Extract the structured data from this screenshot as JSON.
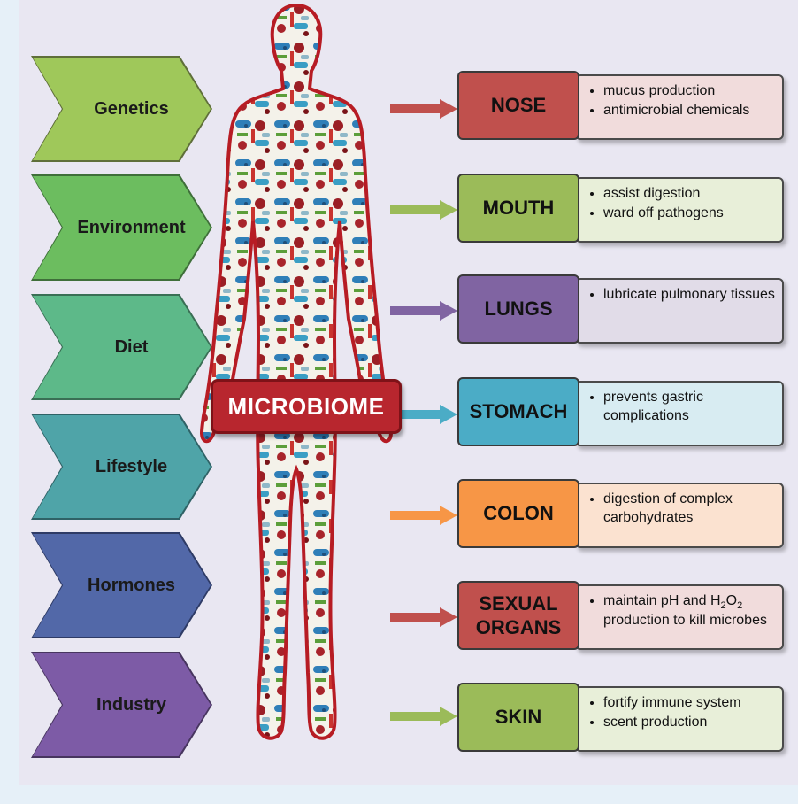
{
  "factors": [
    {
      "label": "Genetics",
      "color": "#9fc85a"
    },
    {
      "label": "Environment",
      "color": "#6cbd5f"
    },
    {
      "label": "Diet",
      "color": "#5db989"
    },
    {
      "label": "Lifestyle",
      "color": "#4fa4a8"
    },
    {
      "label": "Hormones",
      "color": "#5268a8"
    },
    {
      "label": "Industry",
      "color": "#7d5ba6"
    }
  ],
  "center_label": "MICROBIOME",
  "organs": [
    {
      "name": "NOSE",
      "color": "#c0504d",
      "desc_bg": "#f1dcdc",
      "arrow": "#c0504d",
      "points": [
        "mucus production",
        "antimicrobial chemicals"
      ]
    },
    {
      "name": "MOUTH",
      "color": "#9bbb59",
      "desc_bg": "#e8efd9",
      "arrow": "#9bbb59",
      "points": [
        "assist digestion",
        "ward off pathogens"
      ]
    },
    {
      "name": "LUNGS",
      "color": "#8064a2",
      "desc_bg": "#e1dce8",
      "arrow": "#8064a2",
      "points": [
        "lubricate pulmonary tissues"
      ]
    },
    {
      "name": "STOMACH",
      "color": "#4bacc6",
      "desc_bg": "#d8ecf2",
      "arrow": "#4bacc6",
      "points": [
        "prevents gastric complications"
      ]
    },
    {
      "name": "COLON",
      "color": "#f79646",
      "desc_bg": "#fbe2d0",
      "arrow": "#f79646",
      "points": [
        "digestion of complex carbohydrates"
      ]
    },
    {
      "name": "SEXUAL",
      "name2": "ORGANS",
      "color": "#c0504d",
      "desc_bg": "#f1dcdc",
      "arrow": "#c0504d",
      "point_sexual_a": "maintain pH and H",
      "point_sexual_b": "O",
      "point_sexual_c": "production to kill microbes",
      "sub_2": "2"
    },
    {
      "name": "SKIN",
      "color": "#9bbb59",
      "desc_bg": "#e8efd9",
      "arrow": "#9bbb59",
      "points": [
        "fortify immune system",
        "scent production"
      ]
    }
  ]
}
